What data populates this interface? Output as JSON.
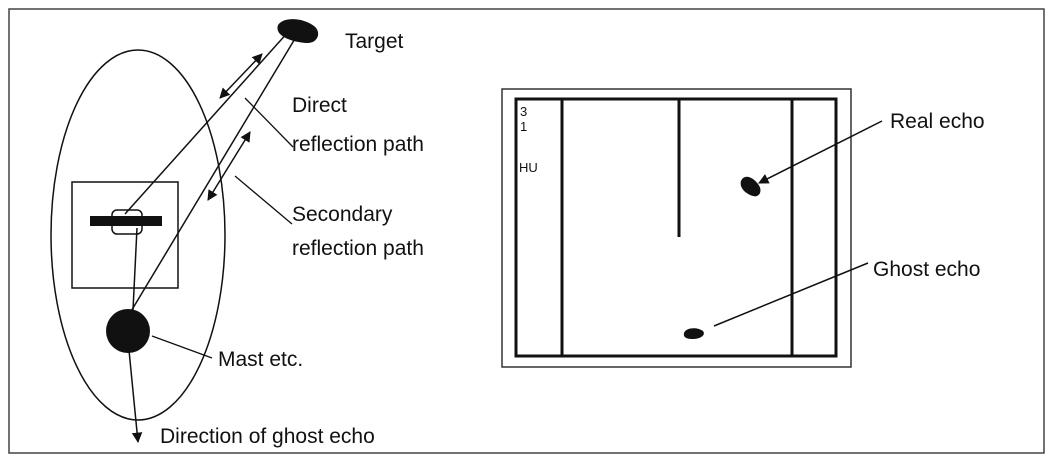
{
  "labels": {
    "target": "Target",
    "direct_line1": "Direct",
    "direct_line2": "reflection path",
    "secondary_line1": "Secondary",
    "secondary_line2": "reflection path",
    "mast": "Mast etc.",
    "ghost_direction": "Direction of ghost echo",
    "real_echo": "Real echo",
    "ghost_echo": "Ghost echo"
  },
  "display": {
    "range_top": "3",
    "range_bottom": "1",
    "mode": "HU"
  },
  "colors": {
    "ink": "#111111",
    "frame": "#333333",
    "background": "#ffffff"
  }
}
